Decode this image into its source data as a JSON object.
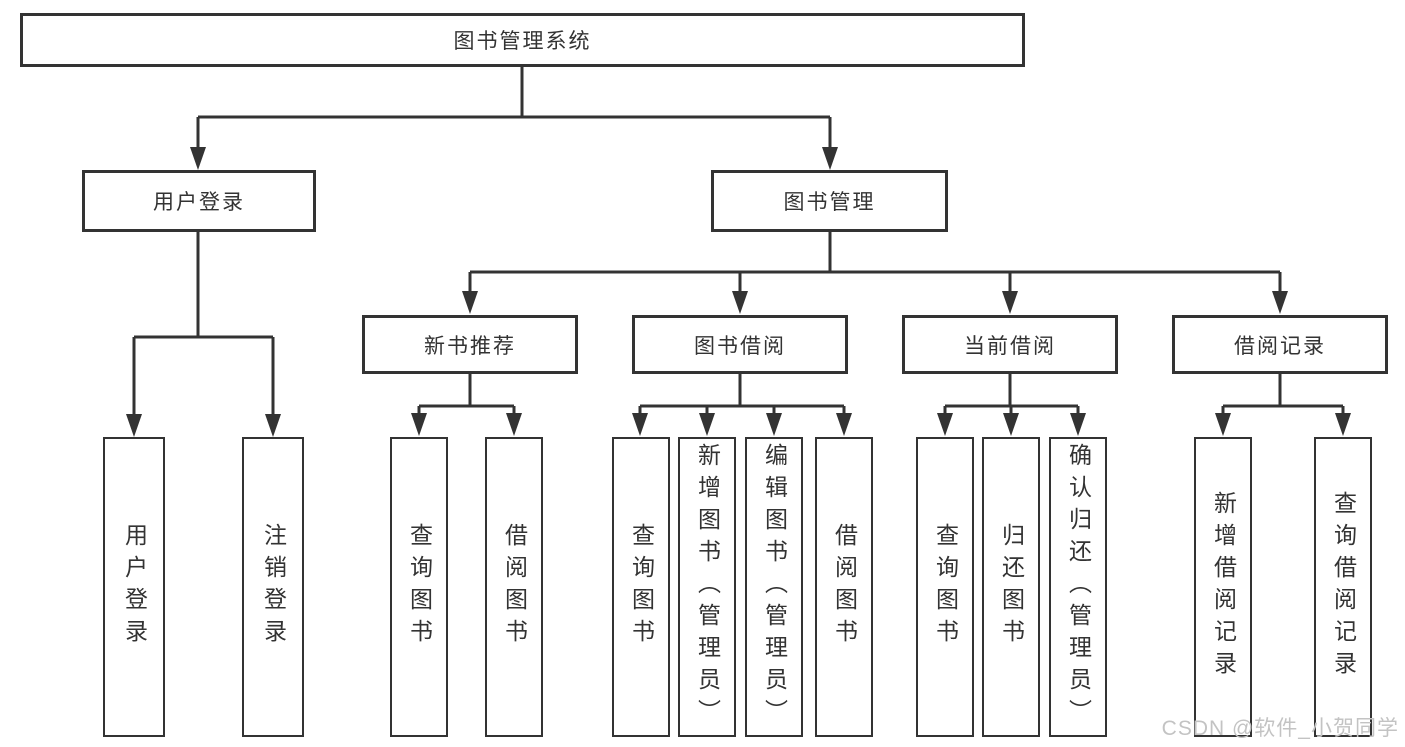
{
  "tree": {
    "label": "图书管理系统",
    "children": [
      {
        "label": "用户登录",
        "children": [
          {
            "label": "用户登录"
          },
          {
            "label": "注销登录"
          }
        ]
      },
      {
        "label": "图书管理",
        "children": [
          {
            "label": "新书推荐",
            "children": [
              {
                "label": "查询图书"
              },
              {
                "label": "借阅图书"
              }
            ]
          },
          {
            "label": "图书借阅",
            "children": [
              {
                "label": "查询图书"
              },
              {
                "label": "新增图书（管理员）"
              },
              {
                "label": "编辑图书（管理员）"
              },
              {
                "label": "借阅图书"
              }
            ]
          },
          {
            "label": "当前借阅",
            "children": [
              {
                "label": "查询图书"
              },
              {
                "label": "归还图书"
              },
              {
                "label": "确认归还（管理员）"
              }
            ]
          },
          {
            "label": "借阅记录",
            "children": [
              {
                "label": "新增借阅记录"
              },
              {
                "label": "查询借阅记录"
              }
            ]
          }
        ]
      }
    ]
  },
  "watermark": "CSDN @软件_小贺同学",
  "colors": {
    "line": "#333333",
    "text": "#333333",
    "box_background": "#ffffff",
    "page_background": "#ffffff",
    "watermark": "#c3c3c3"
  }
}
